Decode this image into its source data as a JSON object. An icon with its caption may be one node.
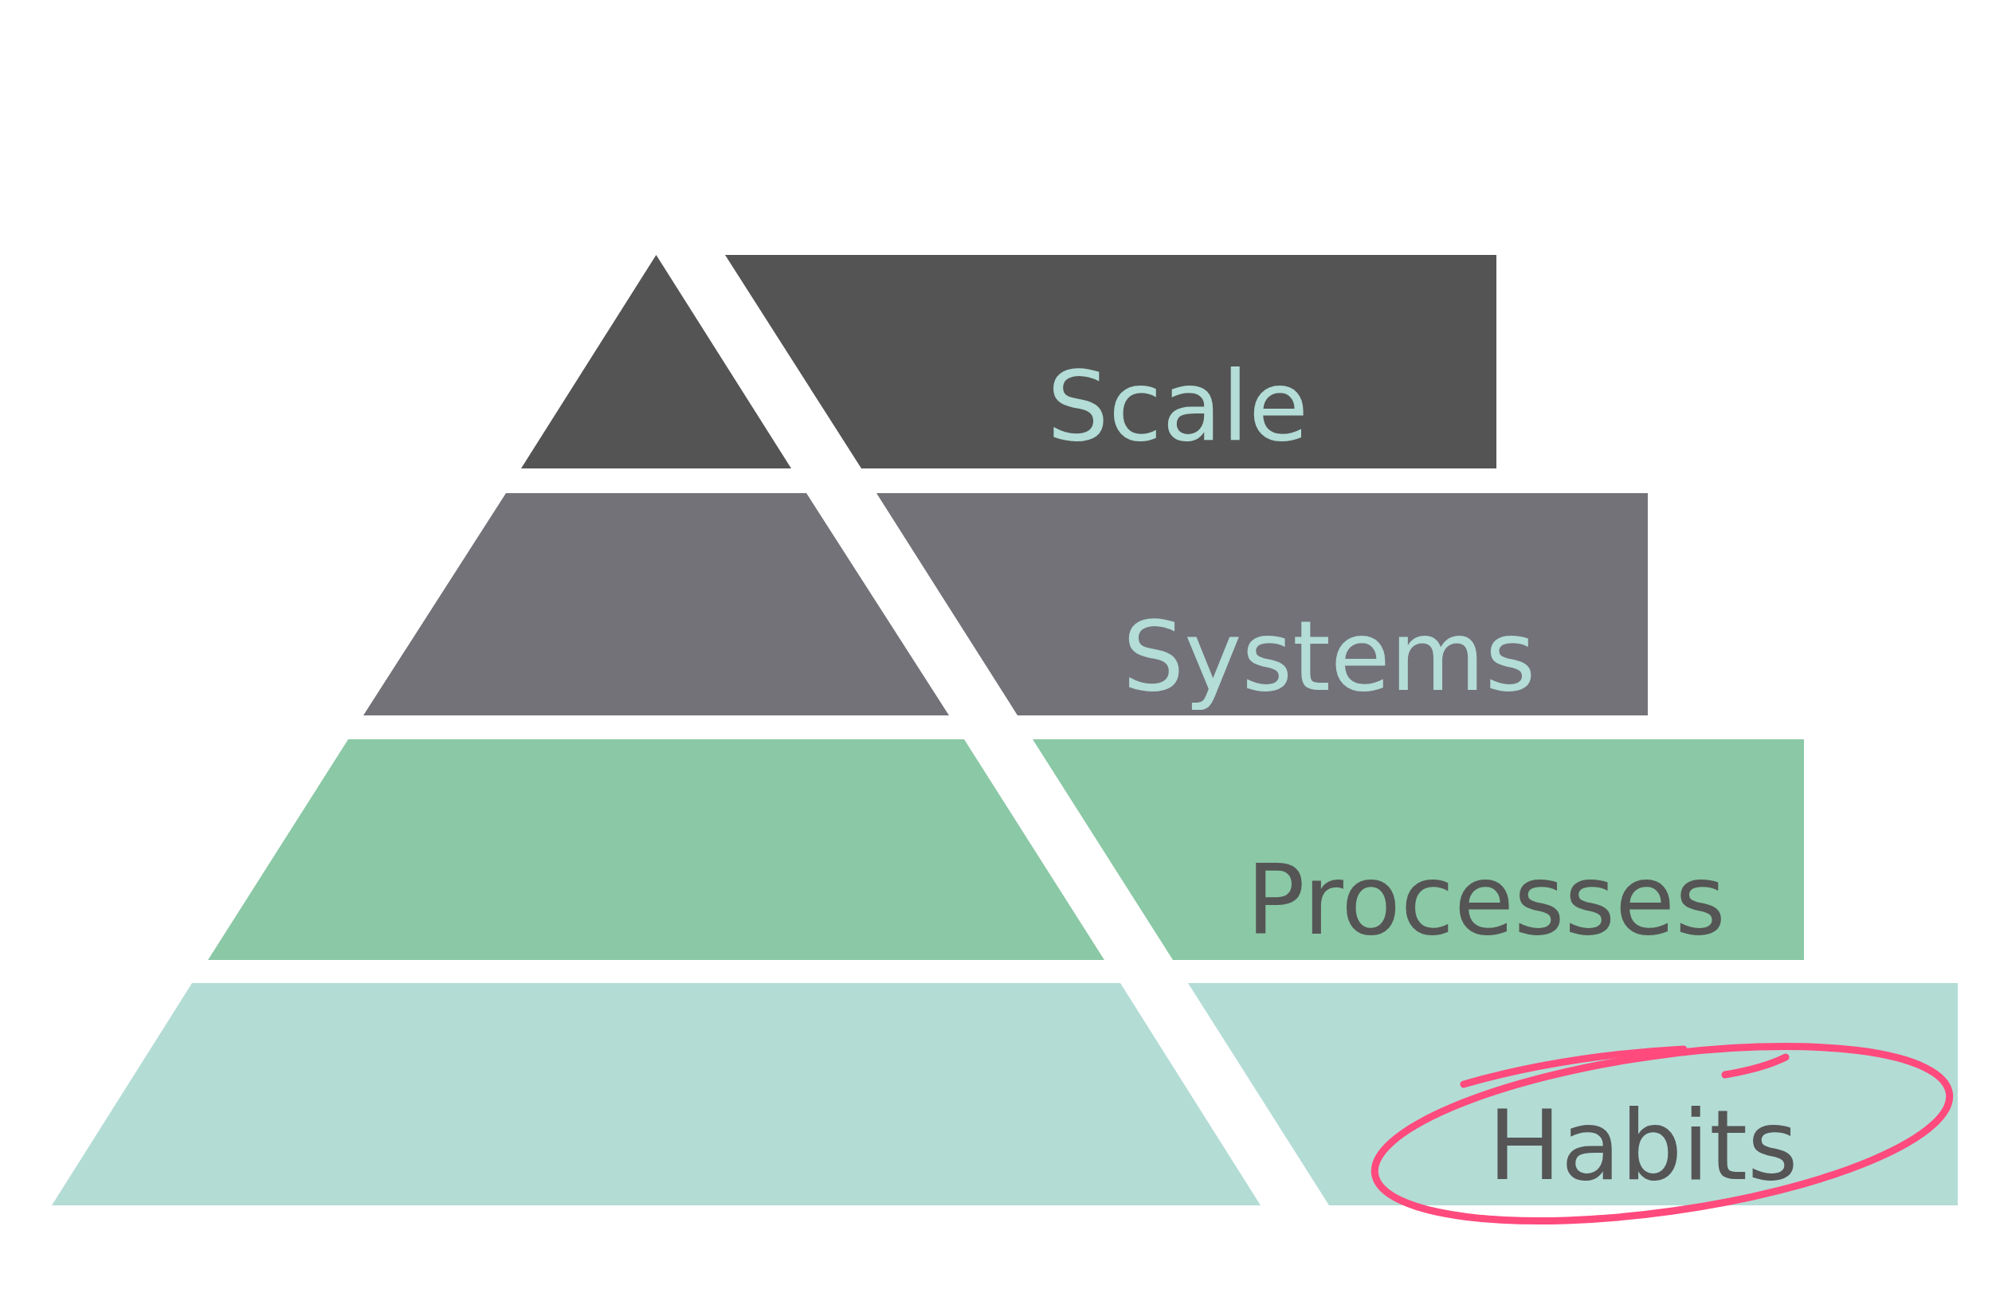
{
  "diagram": {
    "nodes": [
      {
        "text": [],
        "shape": "triangle"
      },
      {
        "text": [
          "Scale"
        ]
      },
      {
        "text": [],
        "shape": "trapezoid"
      },
      {
        "text": [
          "Systems"
        ]
      },
      {
        "text": [],
        "shape": "trapezoid"
      },
      {
        "text": [
          "Processes"
        ]
      },
      {
        "text": [],
        "shape": "trapezoid"
      },
      {
        "text": [
          "Habits"
        ]
      }
    ]
  }
}
